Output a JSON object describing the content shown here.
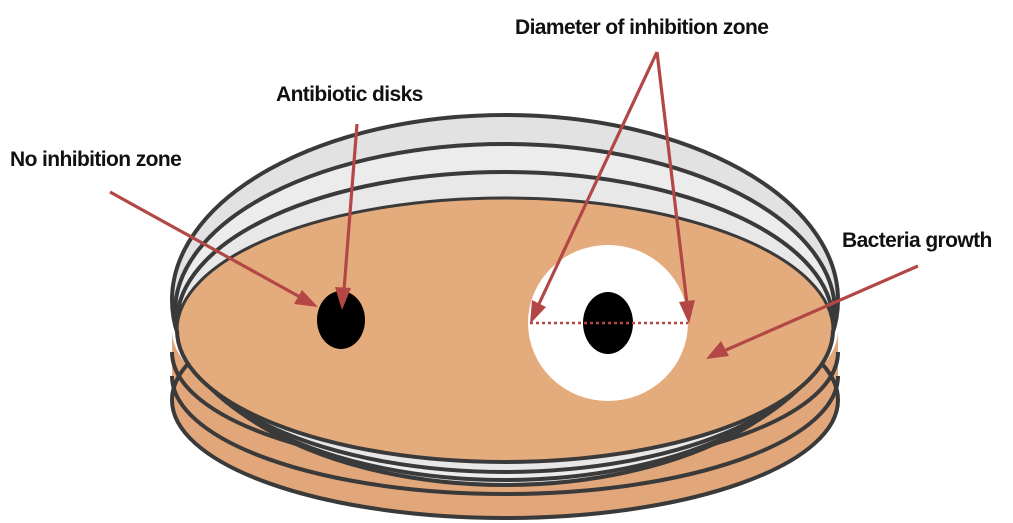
{
  "labels": {
    "diameter": "Diameter of inhibition zone",
    "antibiotic_disks": "Antibiotic disks",
    "no_inhibition": "No inhibition zone",
    "bacteria_growth": "Bacteria growth"
  },
  "colors": {
    "agar": "#e4ab7d",
    "agar_dark": "#d39a6c",
    "glass": "#dcdcdc",
    "glass_light": "#ececec",
    "rim": "#3a3a3a",
    "disk": "#000000",
    "inhibition_zone": "#ffffff",
    "arrow": "#b34745",
    "diameter_line": "#b34745"
  }
}
